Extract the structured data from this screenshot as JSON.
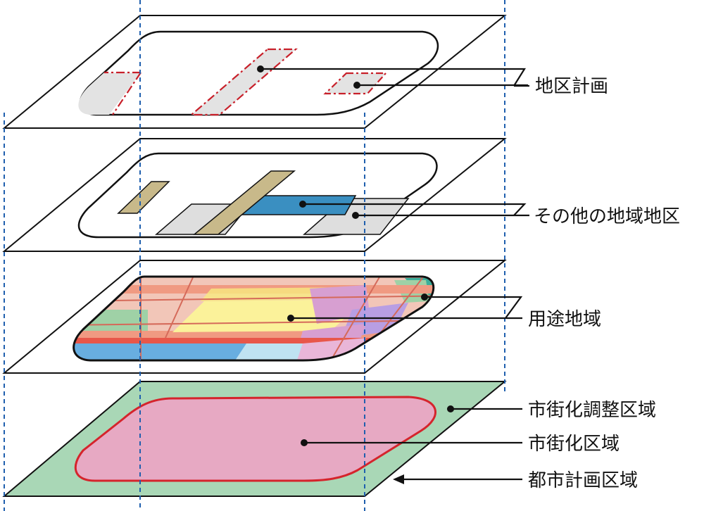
{
  "labels": {
    "district_plan": "地区計画",
    "other_districts": "その他の地域地区",
    "use_districts": "用途地域",
    "urbanization_control_area": "市街化調整区域",
    "urbanization_area": "市街化区域",
    "city_planning_area": "都市計画区域"
  },
  "colors": {
    "line": "#111111",
    "guide_dashed": "#1f5fae",
    "district_plan_outline": "#c8202a",
    "district_plan_fill": "#e3e3e3",
    "other_district_blue": "#3a8fc1",
    "other_district_tan": "#c8b98a",
    "other_district_gray": "#dedede",
    "urbanization_area_fill": "#e7a9c3",
    "urbanization_area_border": "#d5242c",
    "urbanization_control_fill": "#a9d7b6",
    "use_pink_light": "#f2c6b8",
    "use_salmon": "#f09a82",
    "use_red": "#e8574a",
    "use_yellow": "#fbf29a",
    "use_green": "#9fd1a6",
    "use_blue": "#68aee0",
    "use_lightblue": "#bfe2f1",
    "use_purple": "#d79fd1",
    "use_violet": "#b89ee3",
    "use_teal": "#3cae9a"
  }
}
